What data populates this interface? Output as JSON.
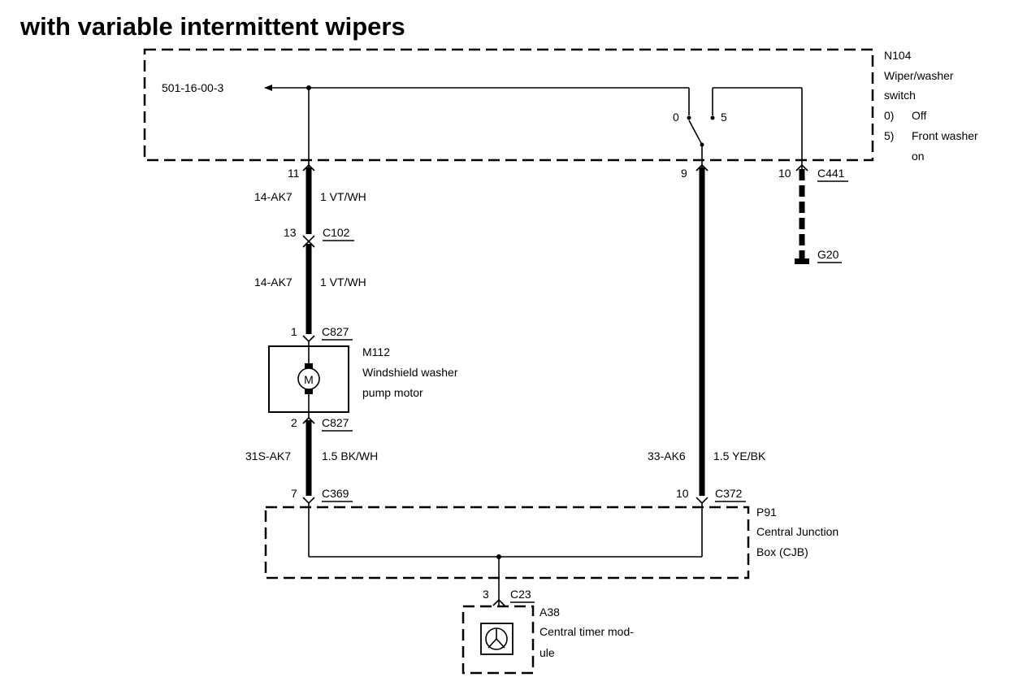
{
  "title": "with variable intermittent wipers",
  "switch": {
    "id": "N104",
    "name_line1": "Wiper/washer",
    "name_line2": "switch",
    "pos0_num": "0)",
    "pos0_desc": "Off",
    "pos5_num": "5)",
    "pos5_desc_line1": "Front washer",
    "pos5_desc_line2": "on",
    "contact_0": "0",
    "contact_5": "5",
    "reference": "501-16-00-3"
  },
  "pins": {
    "p11": "11",
    "p9": "9",
    "p10_top": "10",
    "p13": "13",
    "p1": "1",
    "p2": "2",
    "p7": "7",
    "p10_bottom": "10",
    "p3": "3"
  },
  "connectors": {
    "c441": "C441",
    "c102": "C102",
    "c827_top": "C827",
    "c827_bottom": "C827",
    "c369": "C369",
    "c372": "C372",
    "c23": "C23"
  },
  "ground": "G20",
  "wires": {
    "w1_circuit": "14-AK7",
    "w1_spec": "1 VT/WH",
    "w2_circuit": "14-AK7",
    "w2_spec": "1 VT/WH",
    "w3_circuit": "31S-AK7",
    "w3_spec": "1.5 BK/WH",
    "w4_circuit": "33-AK6",
    "w4_spec": "1.5 YE/BK"
  },
  "motor": {
    "id": "M112",
    "name_line1": "Windshield washer",
    "name_line2": "pump motor",
    "symbol": "M"
  },
  "cjb": {
    "id": "P91",
    "name_line1": "Central Junction",
    "name_line2": "Box (CJB)"
  },
  "timer": {
    "id": "A38",
    "name_line1": "Central timer mod-",
    "name_line2": "ule"
  }
}
